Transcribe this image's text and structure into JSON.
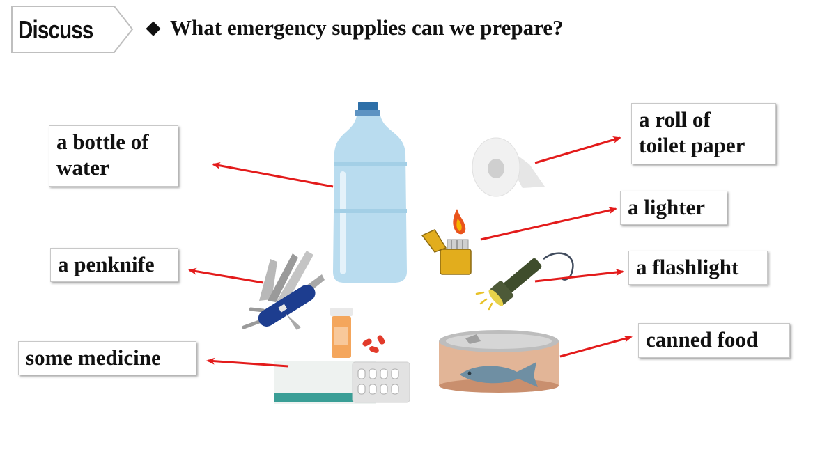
{
  "header": {
    "tag_label": "Discuss",
    "diamond": "◆",
    "question": "What emergency supplies can we prepare?"
  },
  "labels": {
    "water_line1": "a bottle of",
    "water_line2": "water",
    "penknife": "a penknife",
    "medicine": "some medicine",
    "toilet_line1": "a roll of",
    "toilet_line2": "toilet paper",
    "lighter": "a lighter",
    "flashlight": "a flashlight",
    "canned_food": "canned food"
  },
  "colors": {
    "arrow": "#e31b1b",
    "bottle": "#b9dcef",
    "cap": "#2d6fa8",
    "knife": "#1d3d8f",
    "lighter": "#e2ad1d",
    "flashlight": "#3f4d2c",
    "can": "#c8c8c8",
    "fish": "#6f8fa3"
  },
  "icons": [
    "water-bottle-icon",
    "toilet-roll-icon",
    "lighter-icon",
    "flashlight-icon",
    "penknife-icon",
    "medicine-icon",
    "canned-food-icon"
  ]
}
